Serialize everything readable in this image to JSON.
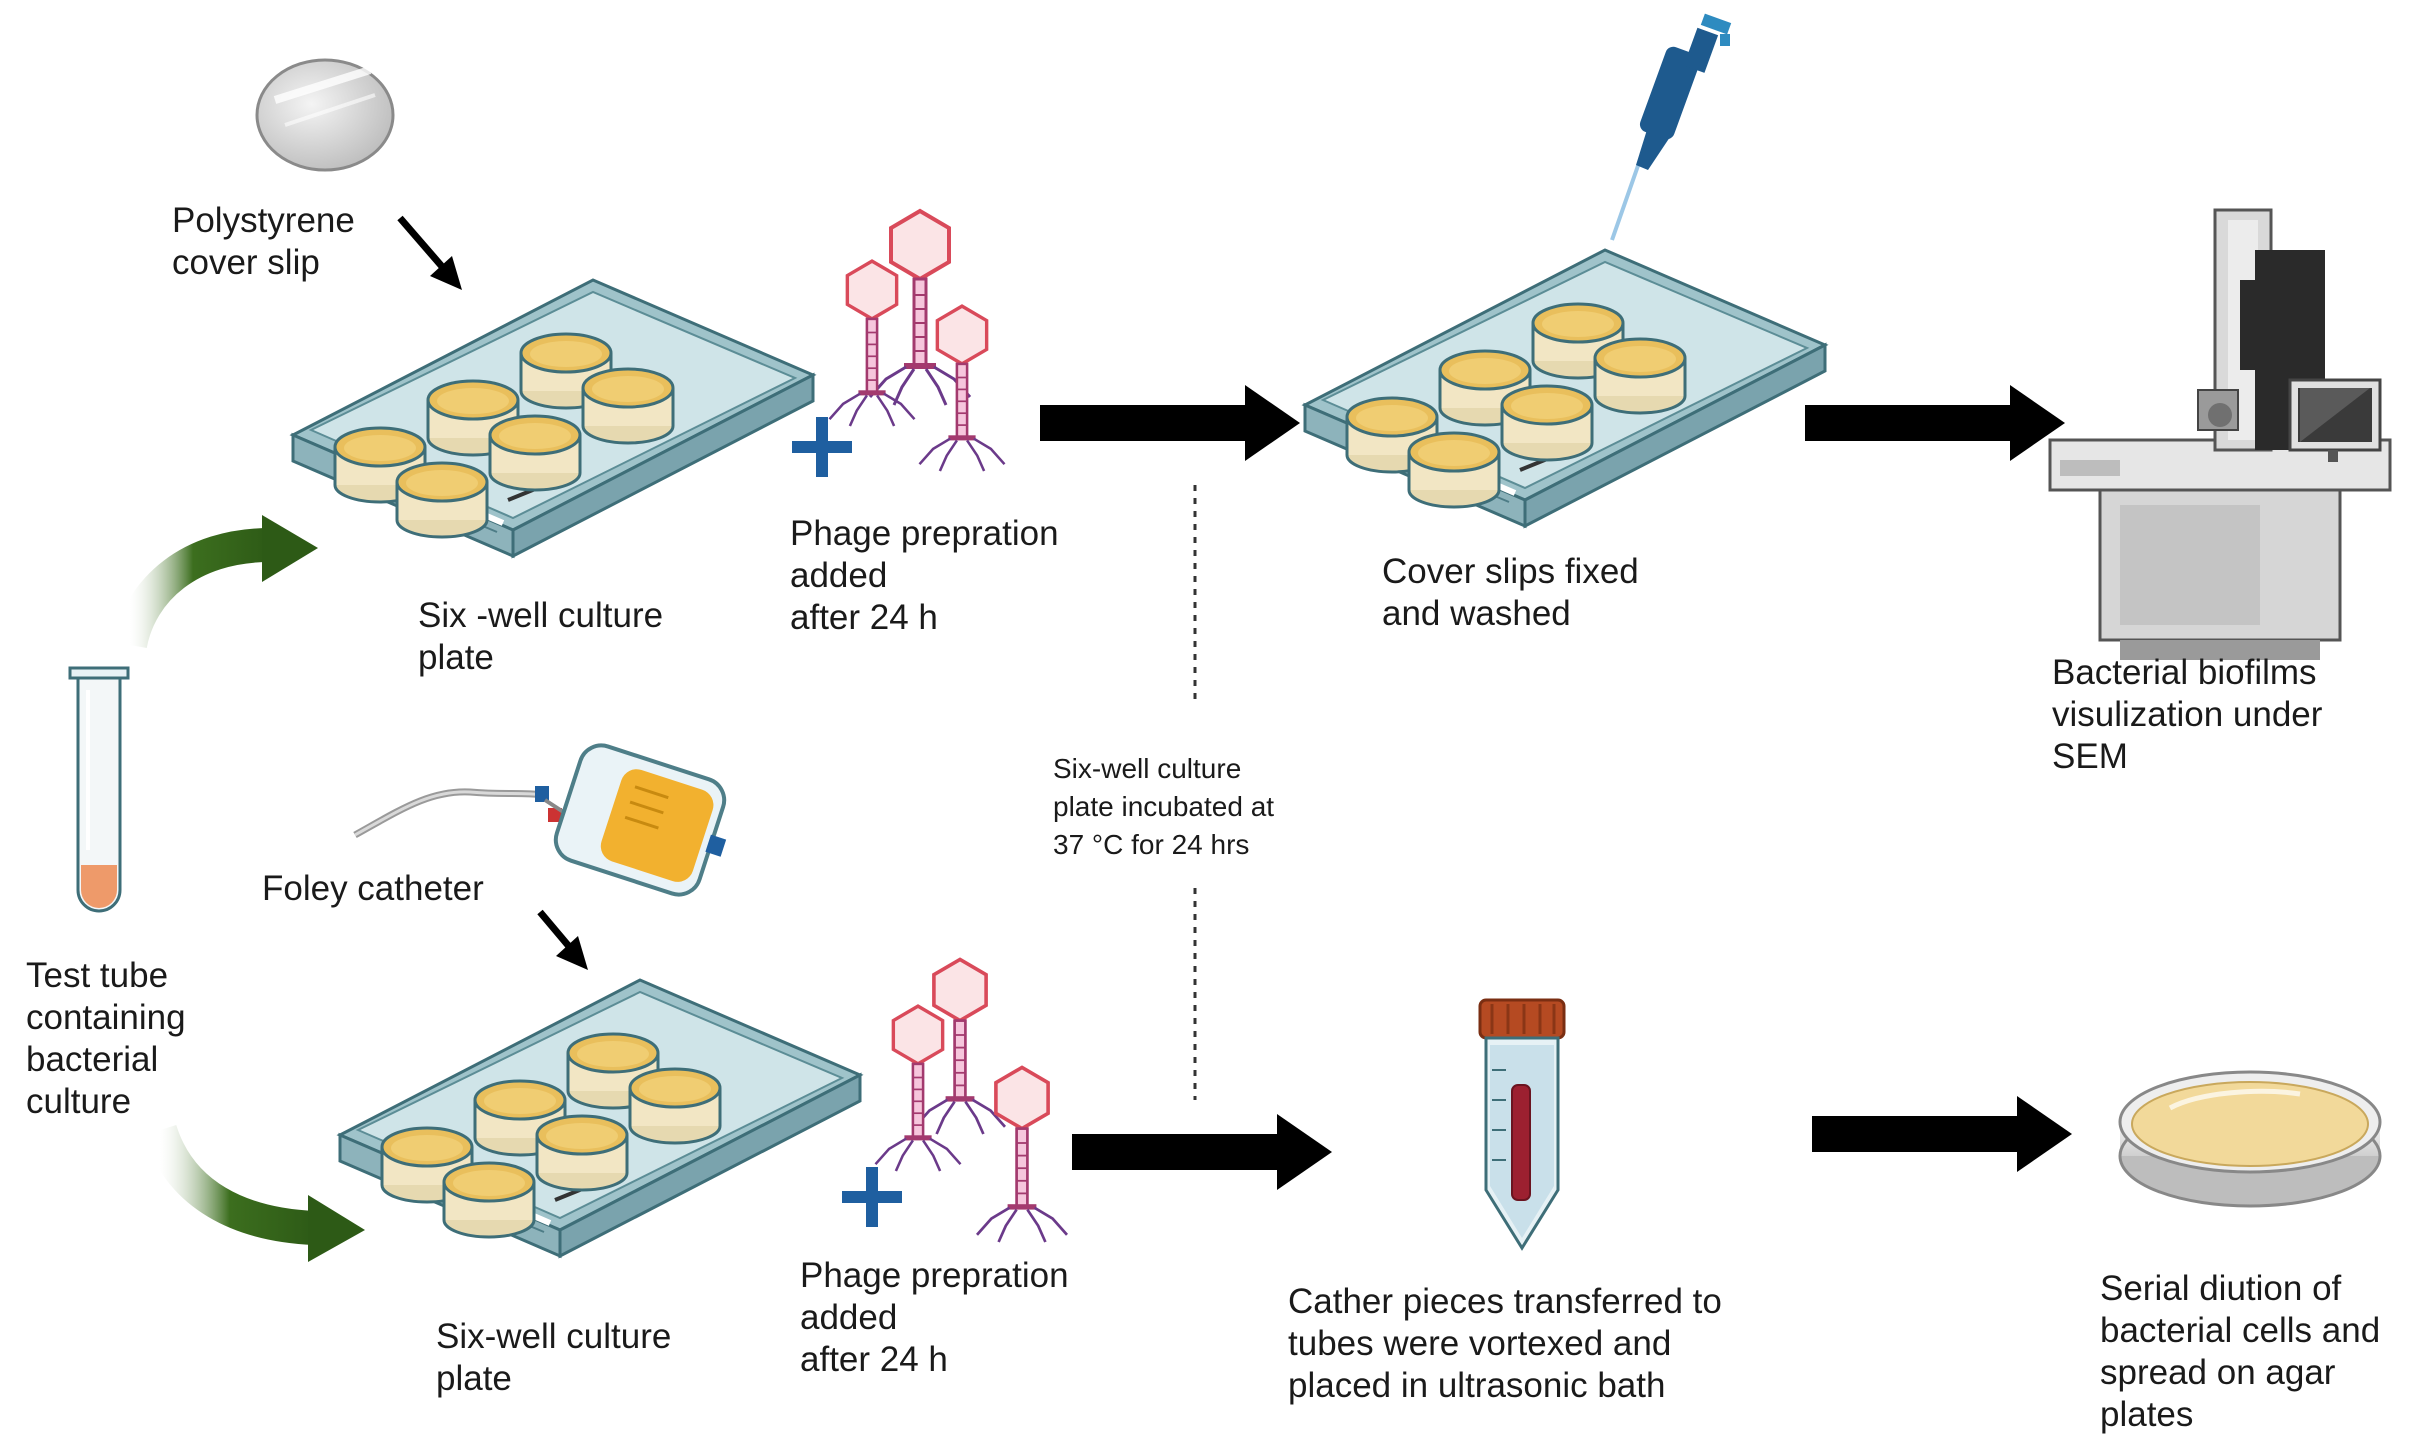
{
  "labels": {
    "polystyrene": "Polystyrene\ncover slip",
    "plate_top": "Six -well culture\nplate",
    "phage_top": "Phage prepration\nadded\nafter 24 h",
    "fixed": "Cover slips fixed\nand washed",
    "sem": "Bacterial biofilms\nvisulization under\nSEM",
    "incubation": "Six-well culture\nplate incubated at\n37 °C for 24 hrs",
    "foley": "Foley catheter",
    "test_tube": "Test tube\ncontaining\nbacterial\nculture",
    "plate_bottom": "Six-well culture\nplate",
    "phage_bottom": "Phage prepration\nadded\nafter 24 h",
    "cather": "Cather pieces  transferred to\ntubes were vortexed  and\nplaced in ultrasonic bath",
    "serial": "Serial diution of\nbacterial cells and\nspread on agar\nplates"
  },
  "colors": {
    "plate": "#bcd8dd",
    "plate_edge": "#3e6e78",
    "well_fill": "#e9bf5c",
    "well_wall": "#f2e6c4",
    "phage_head": "#d94a5a",
    "phage_tail": "#a33a6e",
    "phage_legs": "#6b3a8a",
    "plus": "#1f5fa0",
    "curved_arrow": "#3c6e1e",
    "arrow": "#000000",
    "tube_fill": "#ee9a6a",
    "cap": "#b54a22",
    "agar": "#f2d99a",
    "sem_body": "#dcdcdc",
    "sem_dark": "#2a2a2a",
    "pipette": "#1e5a8e"
  },
  "icons": [
    "cover-slip-icon",
    "six-well-plate-icon",
    "phage-icon",
    "plus-icon",
    "pipette-icon",
    "sem-microscope-icon",
    "test-tube-icon",
    "foley-catheter-icon",
    "urine-bag-icon",
    "centrifuge-tube-icon",
    "petri-dish-icon",
    "arrow-icon",
    "curved-arrow-icon"
  ]
}
